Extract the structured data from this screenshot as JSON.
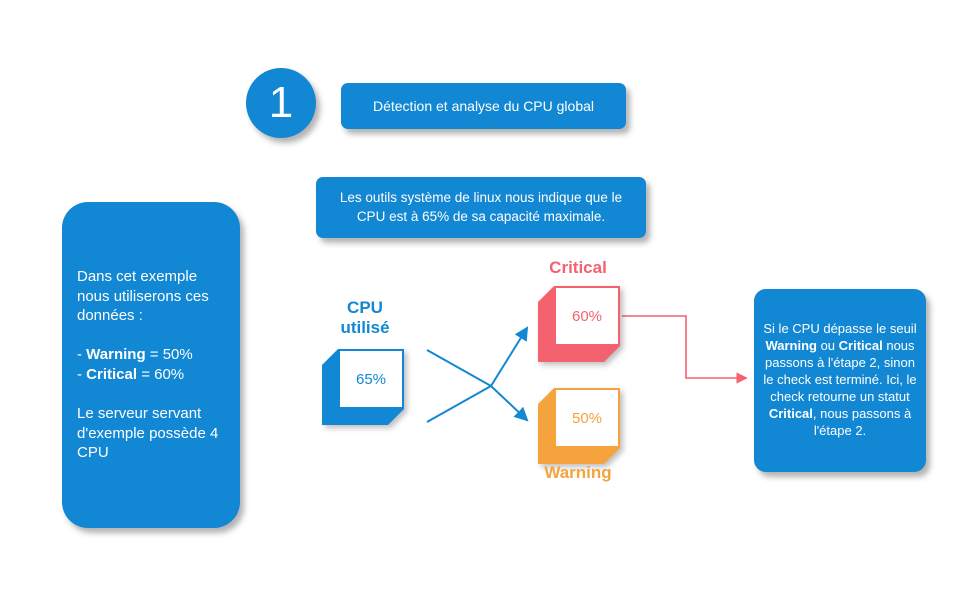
{
  "colors": {
    "blue": "#1287d3",
    "red": "#f4616f",
    "orange": "#f5a33c"
  },
  "step": {
    "number": "1",
    "title": "Détection et analyse du CPU global"
  },
  "note": {
    "text": "Les outils système de linux nous indique que le CPU est à 65% de sa capacité maximale."
  },
  "left_panel": {
    "intro": "Dans cet exemple nous utiliserons ces données :",
    "items": [
      {
        "prefix": "- ",
        "bold": "Warning",
        "rest": " = 50%"
      },
      {
        "prefix": "- ",
        "bold": "Critical",
        "rest": " = 60%"
      }
    ],
    "footer": "Le serveur servant d'exemple possède 4 CPU"
  },
  "diagram": {
    "cpu_label_line1": "CPU",
    "cpu_label_line2": "utilisé",
    "cpu_value": "65%",
    "critical_label": "Critical",
    "critical_value": "60%",
    "warning_label": "Warning",
    "warning_value": "50%"
  },
  "right_panel": {
    "seg1": "Si le CPU dépasse le seuil ",
    "seg2": "Warning",
    "seg3": " ou ",
    "seg4": "Critical",
    "seg5": " nous passons à l'étape 2, sinon le check est terminé. Ici, le check retourne un statut ",
    "seg6": "Critical",
    "seg7": ", nous passons à l'étape 2."
  }
}
